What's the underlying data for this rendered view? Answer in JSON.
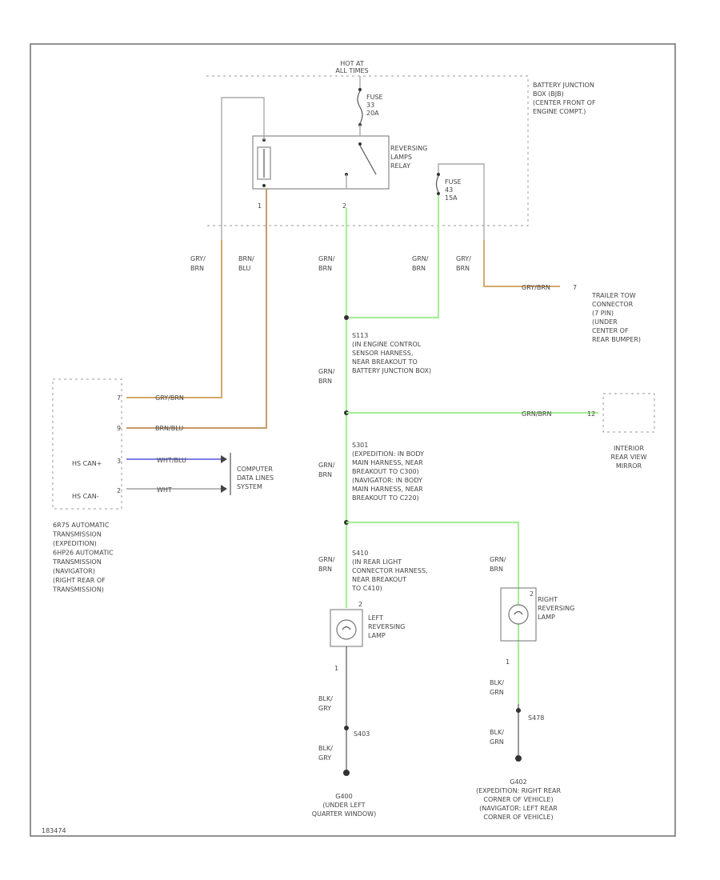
{
  "colors": {
    "green_wire": "#a6ef98",
    "gray_orange_wire": "#d4a86a",
    "brown_blue_wire": "#c89a6a",
    "white_blue_wire": "#7f7fe8",
    "white_wire": "#b8b8b8",
    "black_wire": "#555555"
  },
  "labels": {
    "hot_at_all_times": [
      "HOT AT",
      "ALL TIMES"
    ],
    "fuse_top": [
      "FUSE",
      "33",
      "20A"
    ],
    "battery_jb": [
      "BATTERY JUNCTION",
      "BOX (BJB)",
      "(CENTER FRONT OF",
      "ENGINE COMPT.)"
    ],
    "reversing_relay": [
      "REVERSING",
      "LAMPS",
      "RELAY"
    ],
    "fuse_right": [
      "FUSE",
      "43",
      "15A"
    ],
    "pin1": "1",
    "pin2": "2",
    "wire_gry_brn_left": [
      "GRY/",
      "BRN"
    ],
    "wire_brn_blu": [
      "BRN/",
      "BLU"
    ],
    "wire_brn_a": [
      "GRN/",
      "BRN"
    ],
    "wire_brn_b": [
      "GRN/",
      "BRN"
    ],
    "wire_gry_brn_right": [
      "GRY/",
      "BRN"
    ],
    "trailer_wire": "GRY/BRN",
    "trailer_pin": "7",
    "trailer_connector": [
      "TRAILER TOW",
      "CONNECTOR",
      "(7 PIN)",
      "(UNDER",
      "CENTER OF",
      "REAR BUMPER)"
    ],
    "s113": [
      "S113",
      "(IN ENGINE CONTROL",
      "SENSOR HARNESS,",
      "NEAR BREAKOUT TO",
      "BATTERY JUNCTION BOX)"
    ],
    "wire_grn_brn_1": [
      "GRN/",
      "BRN"
    ],
    "trans_gry_brn": "GRY/BRN",
    "trans_brn_blu": "BRN/BLU",
    "trans_wht_blu": "WHT/BLU",
    "trans_wht": "WHT",
    "trans_pins": [
      "7",
      "9",
      "3",
      "2"
    ],
    "hs_can_plus": "HS CAN+",
    "hs_can_minus": "HS CAN-",
    "computer_data_lines": [
      "COMPUTER",
      "DATA LINES",
      "SYSTEM"
    ],
    "mirror_wire": "GRN/BRN",
    "mirror_pin": "12",
    "mirror_label": [
      "INTERIOR",
      "REAR VIEW",
      "MIRROR"
    ],
    "s301": [
      "S301",
      "(EXPEDITION: IN BODY",
      "MAIN HARNESS, NEAR",
      "BREAKOUT TO C300)",
      "(NAVIGATOR: IN BODY",
      "MAIN HARNESS, NEAR",
      "BREAKOUT TO C220)"
    ],
    "wire_grn_brn_2": [
      "GRN/",
      "BRN"
    ],
    "transmission_label": [
      "6R75 AUTOMATIC",
      "TRANSMISSION",
      "(EXPEDITION)",
      "6HP26 AUTOMATIC",
      "TRANSMISSION",
      "(NAVIGATOR)",
      "(RIGHT REAR OF",
      "TRANSMISSION)"
    ],
    "s410": [
      "S410",
      "(IN REAR LIGHT",
      "CONNECTOR HARNESS,",
      "NEAR BREAKOUT",
      "TO C410)"
    ],
    "wire_grn_brn_3": [
      "GRN/",
      "BRN"
    ],
    "wire_grn_brn_4": [
      "GRN/",
      "BRN"
    ],
    "left_lamp": [
      "LEFT",
      "REVERSING",
      "LAMP"
    ],
    "right_lamp": [
      "RIGHT",
      "REVERSING",
      "LAMP"
    ],
    "lamp_pin_top": "2",
    "lamp_pin_bottom": "1",
    "wire_blk_gry_1": [
      "BLK/",
      "GRY"
    ],
    "wire_blk_gry_2": [
      "BLK/",
      "GRY"
    ],
    "wire_blk_grn_1": [
      "BLK/",
      "GRN"
    ],
    "wire_blk_grn_2": [
      "BLK/",
      "GRN"
    ],
    "s403": "S403",
    "s478": "S478",
    "g400": [
      "G400",
      "(UNDER LEFT",
      "QUARTER WINDOW)"
    ],
    "g402": [
      "G402",
      "(EXPEDITION: RIGHT REAR",
      "CORNER OF VEHICLE)",
      "(NAVIGATOR: LEFT REAR",
      "CORNER OF VEHICLE)"
    ],
    "figure_id": "183474"
  }
}
